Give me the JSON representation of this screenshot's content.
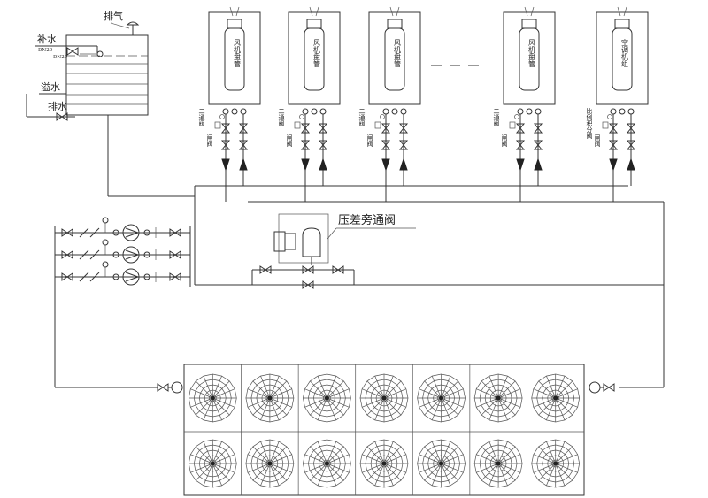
{
  "tank": {
    "vent_label": "排气",
    "makeup_label": "补水",
    "makeup_pipe": "DN20",
    "makeup_pipe2": "DN20",
    "overflow_label": "溢水",
    "drain_label": "排水"
  },
  "units": [
    {
      "name": "风机盘管",
      "valve_label": "二通阀",
      "gate_label": "闸阀"
    },
    {
      "name": "风机盘管",
      "valve_label": "二通阀",
      "gate_label": "闸阀"
    },
    {
      "name": "风机盘管",
      "valve_label": "二通阀",
      "gate_label": "闸阀"
    },
    {
      "name": "风机盘管",
      "valve_label": "二通阀",
      "gate_label": "闸阀"
    },
    {
      "name": "空调机组",
      "valve_label": "比例积分阀",
      "gate_label": "闸阀"
    }
  ],
  "bypass_label": "压差旁通阀",
  "pumps_count": 3,
  "cooling_tower": {
    "columns": 7,
    "rows": 2
  },
  "colors": {
    "line": "#333333",
    "background": "#ffffff"
  }
}
